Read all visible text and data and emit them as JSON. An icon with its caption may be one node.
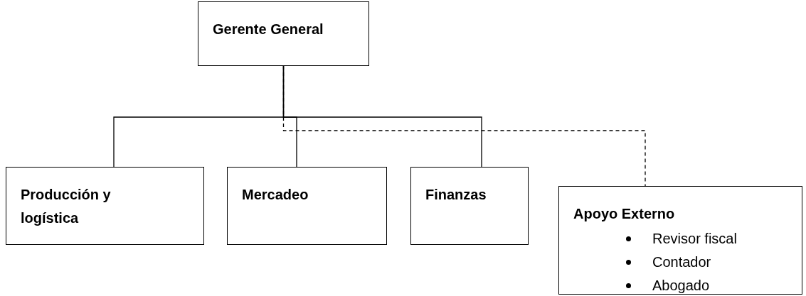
{
  "diagram": {
    "nodes": [
      {
        "text": [
          "Gerente General"
        ]
      },
      {
        "text": [
          "Producción y logística"
        ]
      },
      {
        "text": [
          "Mercadeo"
        ]
      },
      {
        "text": [
          "Finanzas"
        ]
      },
      {
        "text": [
          "Apoyo Externo",
          "Revisor fiscal",
          "Contador",
          "Abogado"
        ]
      }
    ],
    "edges": [
      {
        "from": 0,
        "to": 1,
        "arrow": "none"
      },
      {
        "from": 0,
        "to": 2,
        "arrow": "none"
      },
      {
        "from": 0,
        "to": 3,
        "arrow": "none"
      },
      {
        "from": 0,
        "to": 4,
        "arrow": "none",
        "style": "dashed"
      }
    ]
  }
}
